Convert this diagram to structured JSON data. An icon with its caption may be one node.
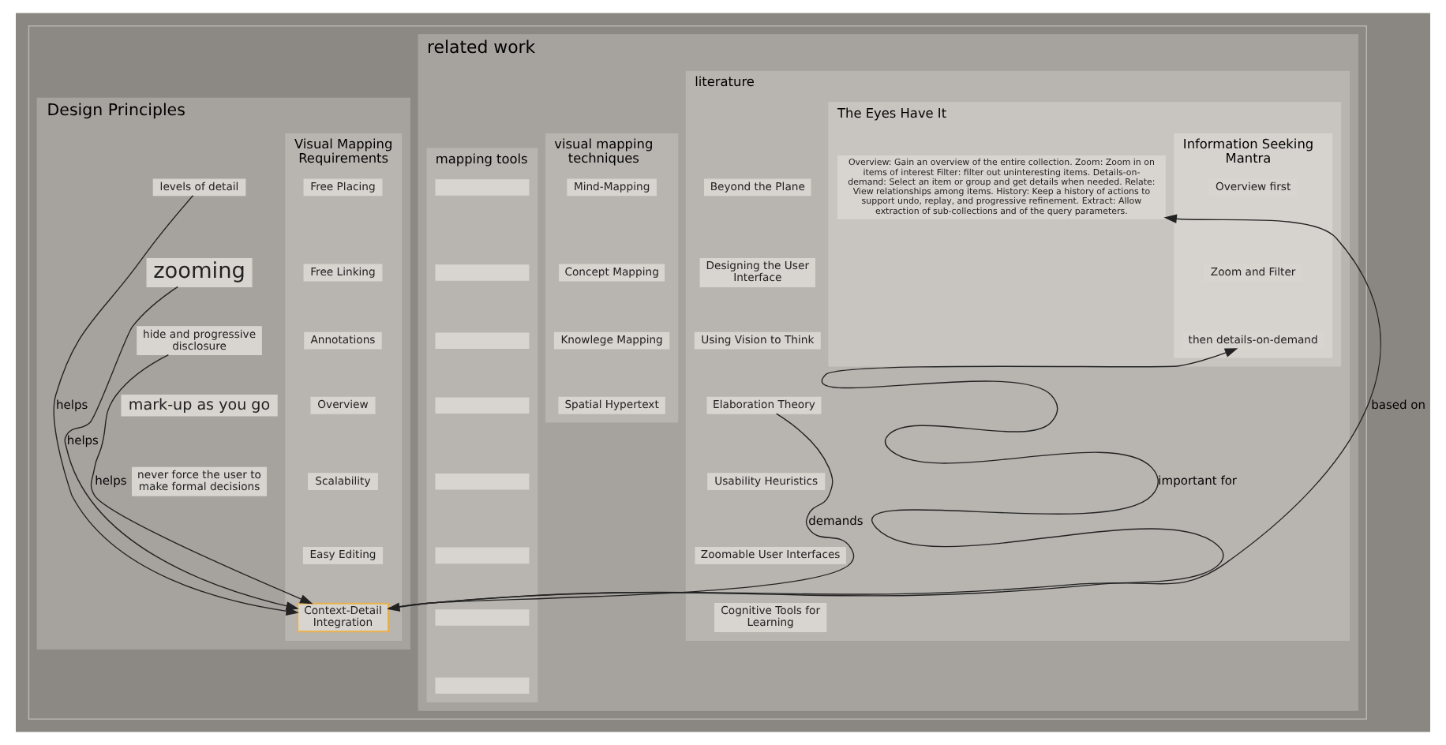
{
  "diagram": {
    "nodes": [
      {
        "text": [],
        "shape": "box"
      },
      {
        "text": [
          "related work"
        ],
        "in": 0
      },
      {
        "text": [
          "literature"
        ],
        "in": 1
      },
      {
        "text": [
          "Beyond the Plane"
        ],
        "in": 2
      },
      {
        "text": [
          "Designing the User Interface"
        ],
        "in": 2
      },
      {
        "text": [
          "Using Vision to Think"
        ],
        "in": 2
      },
      {
        "text": [
          "The Eyes Have It"
        ],
        "in": 2
      },
      {
        "text": [
          "Information Seeking Mantra"
        ],
        "in": 6
      },
      {
        "text": [
          "Overview first"
        ],
        "in": 7
      },
      {
        "text": [
          "Zoom and Filter"
        ],
        "in": 7
      },
      {
        "text": [
          "then details-on-demand"
        ],
        "in": 7
      },
      {
        "text": [
          "Overview: Gain an overview of the entire collection. Zoom: Zoom in on items of interest Filter: filter out uninteresting items. Details-on-demand: Select an item or group and get details when needed. Relate: View relationships among items. History: Keep a history of actions to support undo, replay, and progressive refinement. Extract: Allow extraction of sub-collections and of the query parameters."
        ],
        "in": 6
      },
      {
        "text": [
          "Elaboration Theory"
        ],
        "in": 2
      },
      {
        "text": [
          "Usability Heuristics"
        ],
        "in": 2
      },
      {
        "text": [
          "Zoomable User Interfaces"
        ],
        "in": 2
      },
      {
        "text": [
          "Cognitive Tools for Learning"
        ],
        "in": 2
      },
      {
        "text": [
          "visual mapping techniques"
        ],
        "in": 1
      },
      {
        "text": [
          "Mind-Mapping"
        ],
        "in": 16
      },
      {
        "text": [
          "Concept Mapping"
        ],
        "in": 16
      },
      {
        "text": [
          "Knowlege Mapping"
        ],
        "in": 16
      },
      {
        "text": [
          "Spatial Hypertext"
        ],
        "in": 16
      },
      {
        "text": [
          "mapping tools"
        ],
        "in": 1
      },
      {
        "text": [],
        "shape": "box",
        "in": 21
      },
      {
        "text": [],
        "shape": "box",
        "in": 21
      },
      {
        "text": [],
        "shape": "box",
        "in": 21
      },
      {
        "text": [],
        "shape": "box",
        "in": 21
      },
      {
        "text": [],
        "shape": "box",
        "in": 21
      },
      {
        "text": [],
        "shape": "box",
        "in": 21
      },
      {
        "text": [],
        "shape": "box",
        "in": 21
      },
      {
        "text": [],
        "shape": "box",
        "in": 21
      },
      {
        "text": [
          "Design Principles"
        ],
        "in": 0
      },
      {
        "text": [
          "Visual Mapping Requirements"
        ],
        "in": 30
      },
      {
        "text": [
          "Free Placing"
        ],
        "in": 31
      },
      {
        "text": [
          "Free Linking"
        ],
        "in": 31
      },
      {
        "text": [
          "Annotations"
        ],
        "in": 31
      },
      {
        "text": [
          "Overview"
        ],
        "in": 31
      },
      {
        "text": [
          "Scalability"
        ],
        "in": 31
      },
      {
        "text": [
          "Easy Editing"
        ],
        "in": 31
      },
      {
        "text": [
          "Context-Detail Integration"
        ],
        "in": 31
      },
      {
        "text": [
          "levels of detail"
        ],
        "in": 30
      },
      {
        "text": [
          "zooming"
        ],
        "in": 30
      },
      {
        "text": [
          "hide and progressive disclosure"
        ],
        "in": 30
      },
      {
        "text": [
          "mark-up as you go"
        ],
        "in": 30
      },
      {
        "text": [
          "never force the user to make formal decisions"
        ],
        "in": 30
      }
    ],
    "edges": [
      {
        "from": 38,
        "to": 10,
        "arrow": "to",
        "label": "important for"
      },
      {
        "from": 38,
        "to": 11,
        "arrow": "to",
        "label": "based on"
      },
      {
        "from": 12,
        "to": 38,
        "arrow": "to",
        "label": "demands"
      },
      {
        "from": 39,
        "to": 38,
        "arrow": "to",
        "label": "helps"
      },
      {
        "from": 40,
        "to": 38,
        "arrow": "to",
        "label": "helps"
      },
      {
        "from": 41,
        "to": 38,
        "arrow": "to",
        "label": "helps"
      }
    ]
  }
}
